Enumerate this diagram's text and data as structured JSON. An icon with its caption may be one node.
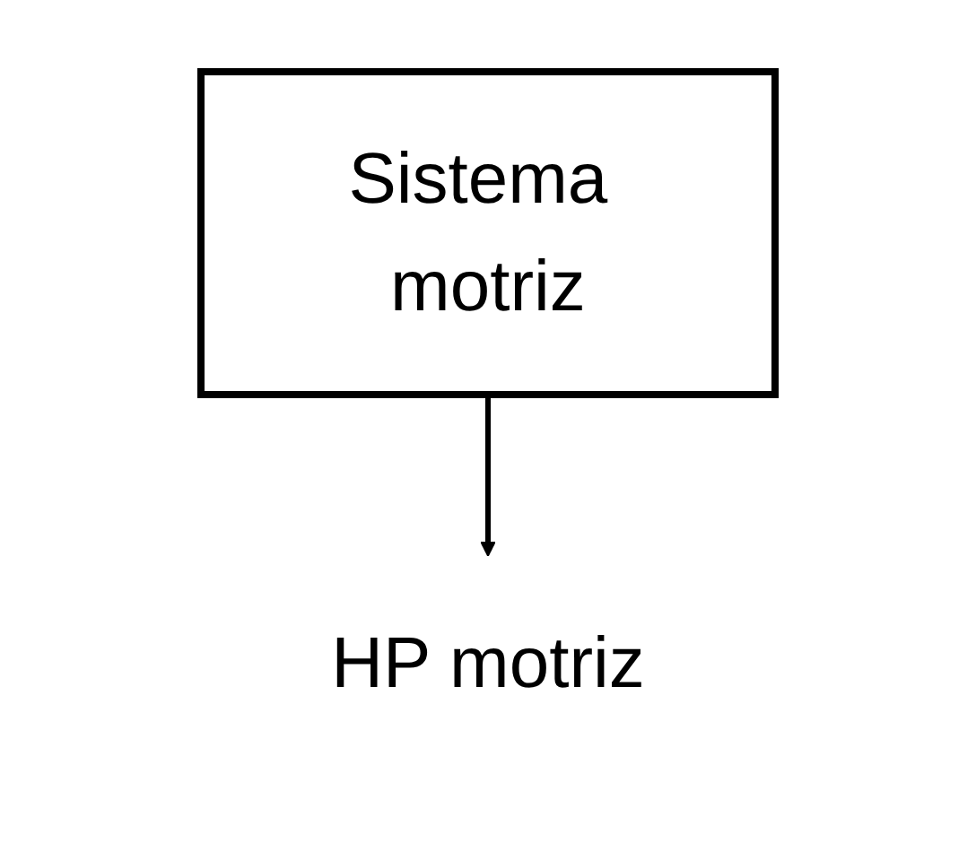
{
  "diagram": {
    "nodes": [
      {
        "text": [
          "Sistema motriz"
        ]
      },
      {
        "text": [
          "HP motriz"
        ]
      }
    ],
    "edges": [
      {
        "from": 0,
        "to": 1,
        "arrow": "to"
      }
    ]
  }
}
